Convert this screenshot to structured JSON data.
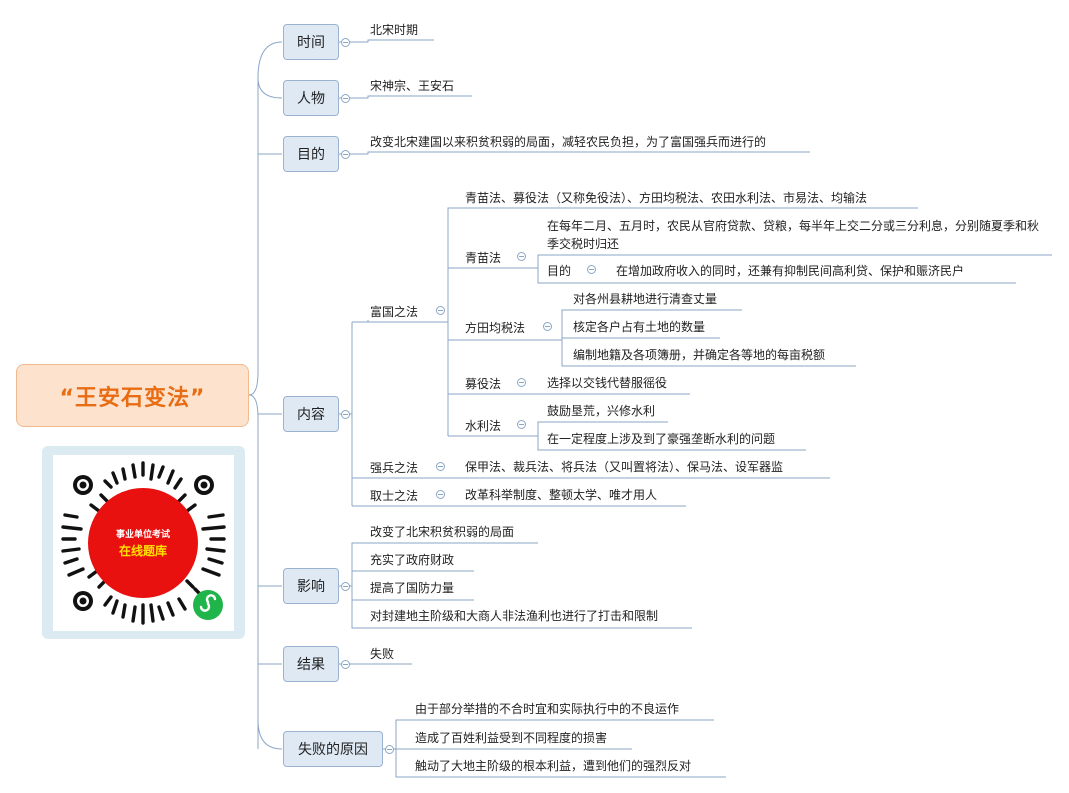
{
  "central": {
    "title": "“王安石变法”"
  },
  "branches": {
    "time": {
      "label": "时间",
      "items": [
        "北宋时期"
      ]
    },
    "people": {
      "label": "人物",
      "items": [
        "宋神宗、王安石"
      ]
    },
    "purpose": {
      "label": "目的",
      "items": [
        "改变北宋建国以来积贫积弱的局面，减轻农民负担，为了富国强兵而进行的"
      ]
    },
    "content": {
      "label": "内容",
      "fuguo": {
        "label": "富国之法",
        "overview": "青苗法、募役法（又称免役法）、方田均税法、农田水利法、市易法、均输法",
        "qingmiao": {
          "label": "青苗法",
          "detail": "在每年二月、五月时，农民从官府贷款、贷粮，每半年上交二分或三分利息，分别随夏季和秋季交税时归还",
          "purpose_label": "目的",
          "purpose": "在增加政府收入的同时，还兼有抑制民间高利贷、保护和赈济民户"
        },
        "fangtian": {
          "label": "方田均税法",
          "items": [
            "对各州县耕地进行清查丈量",
            "核定各户占有土地的数量",
            "编制地籍及各项簿册，并确定各等地的每亩税额"
          ]
        },
        "muyi": {
          "label": "募役法",
          "items": [
            "选择以交钱代替服徭役"
          ]
        },
        "shuili": {
          "label": "水利法",
          "items": [
            "鼓励垦荒，兴修水利",
            "在一定程度上涉及到了豪强垄断水利的问题"
          ]
        }
      },
      "qiangbing": {
        "label": "强兵之法",
        "items": [
          "保甲法、裁兵法、将兵法（又叫置将法）、保马法、设军器监"
        ]
      },
      "qushi": {
        "label": "取士之法",
        "items": [
          "改革科举制度、整顿太学、唯才用人"
        ]
      }
    },
    "impact": {
      "label": "影响",
      "items": [
        "改变了北宋积贫积弱的局面",
        "充实了政府财政",
        "提高了国防力量",
        "对封建地主阶级和大商人非法渔利也进行了打击和限制"
      ]
    },
    "result": {
      "label": "结果",
      "items": [
        "失败"
      ]
    },
    "failure": {
      "label": "失败的原因",
      "items": [
        "由于部分举措的不合时宜和实际执行中的不良运作",
        "造成了百姓利益受到不同程度的损害",
        "触动了大地主阶级的根本利益，遭到他们的强烈反对"
      ]
    }
  },
  "qr": {
    "line1": "事业单位考试",
    "line2": "在线题库",
    "icon": "mini-program-icon",
    "colors": {
      "center": "#e8110f",
      "line1": "#ffffff",
      "line2": "#ffe100",
      "badge": "#1fb54a",
      "frame": "#dceaf2"
    }
  },
  "colors": {
    "central_fill": "#fde3cd",
    "central_text": "#e86c14",
    "branch_fill": "#dfe9f4",
    "branch_border": "#9bb3cf",
    "line": "#8aa6c5"
  }
}
